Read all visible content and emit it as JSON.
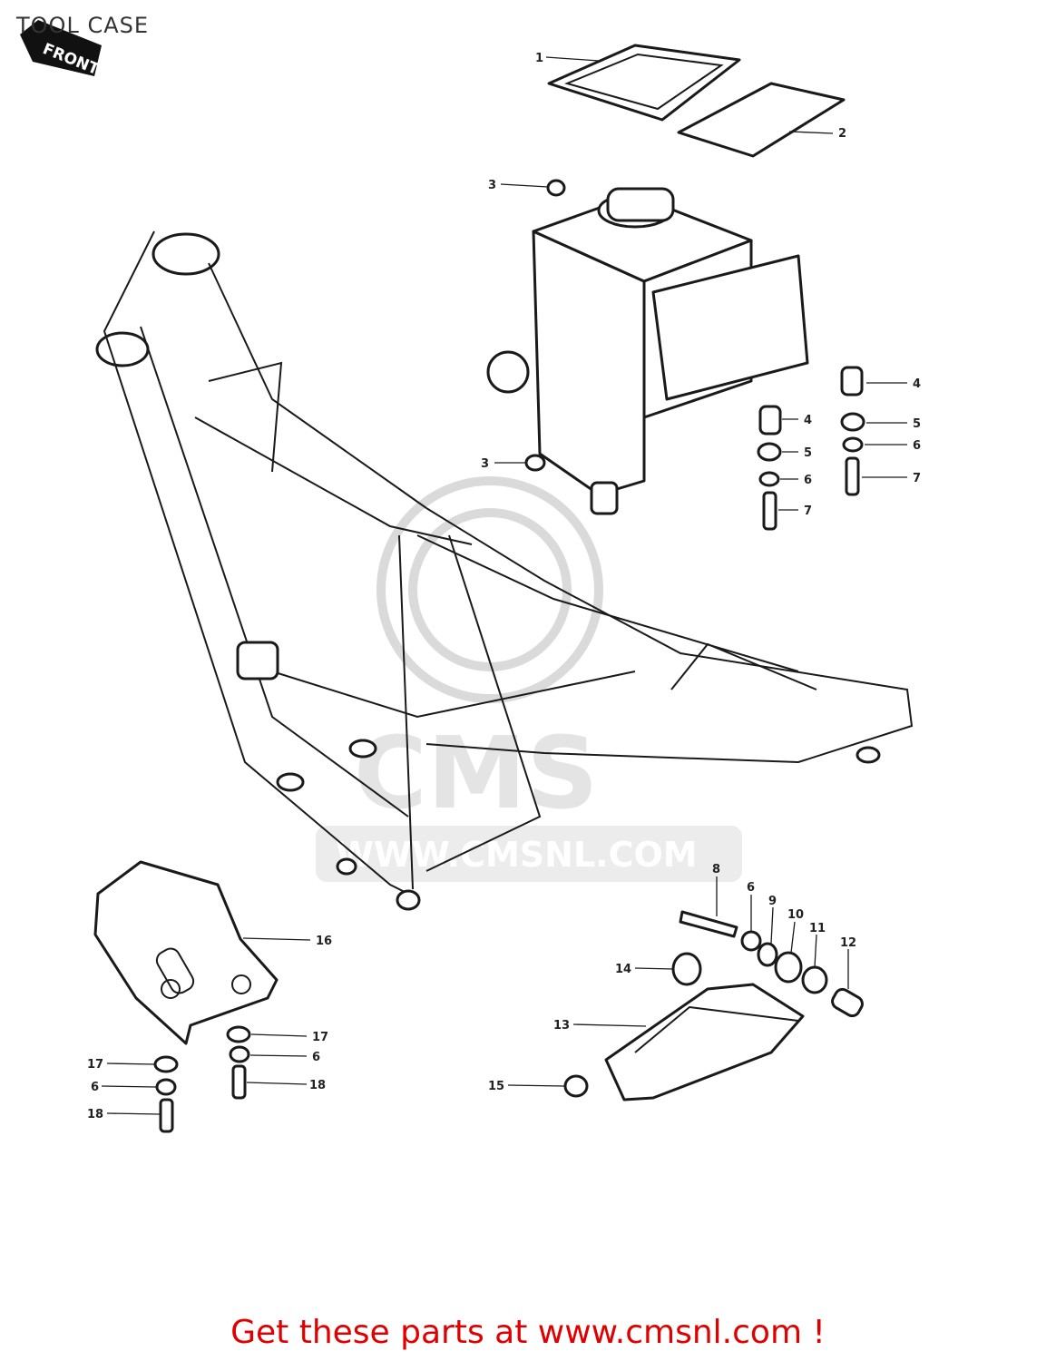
{
  "title": "TOOL CASE",
  "front_badge": "FRONT",
  "watermark": {
    "brand": "CMS",
    "url": "WWW.CMSNL.COM"
  },
  "footer": {
    "text": "Get these parts at www.cmsnl.com !",
    "color": "#e00000"
  },
  "callouts": [
    {
      "number": "1"
    },
    {
      "number": "2"
    },
    {
      "number": "3"
    },
    {
      "number": "3"
    },
    {
      "number": "4"
    },
    {
      "number": "5"
    },
    {
      "number": "6"
    },
    {
      "number": "7"
    },
    {
      "number": "4"
    },
    {
      "number": "5"
    },
    {
      "number": "6"
    },
    {
      "number": "7"
    },
    {
      "number": "8"
    },
    {
      "number": "6"
    },
    {
      "number": "9"
    },
    {
      "number": "10"
    },
    {
      "number": "11"
    },
    {
      "number": "12"
    },
    {
      "number": "14"
    },
    {
      "number": "13"
    },
    {
      "number": "15"
    },
    {
      "number": "16"
    },
    {
      "number": "17"
    },
    {
      "number": "6"
    },
    {
      "number": "18"
    },
    {
      "number": "17"
    },
    {
      "number": "6"
    },
    {
      "number": "18"
    }
  ]
}
